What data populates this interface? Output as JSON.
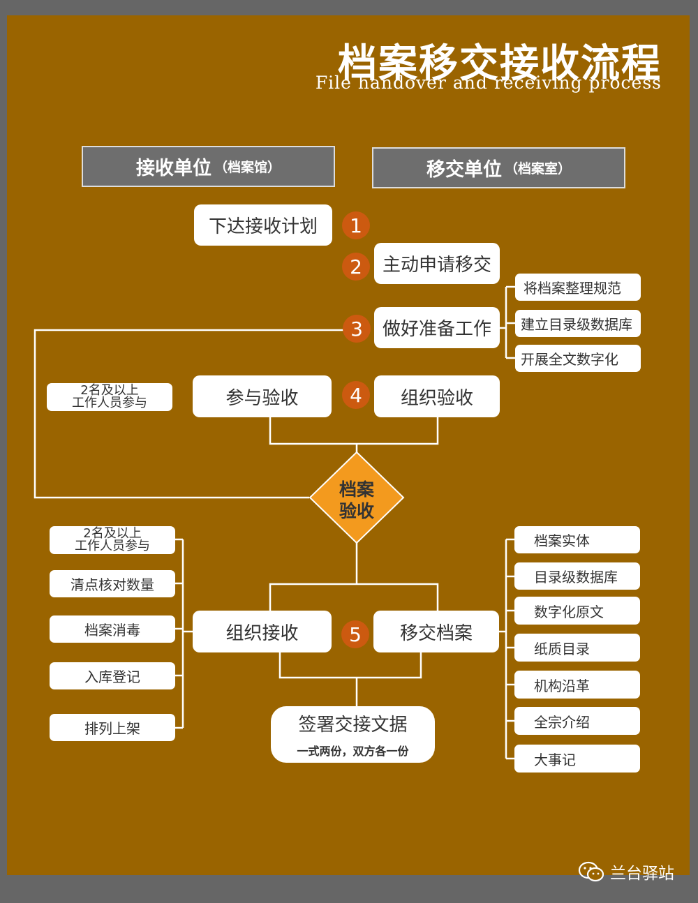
{
  "title": "档案移交接收流程",
  "subtitle": "File handover and receiving process",
  "headers": {
    "left": {
      "main": "接收单位",
      "sub": "（档案馆）"
    },
    "right": {
      "main": "移交单位",
      "sub": "（档案室）"
    }
  },
  "steps": {
    "n1": "1",
    "n2": "2",
    "n3": "3",
    "n4": "4",
    "n5": "5",
    "issue_plan": "下达接收计划",
    "apply_transfer": "主动申请移交",
    "prepare_work": "做好准备工作",
    "participate_accept": "参与验收",
    "organize_accept": "组织验收",
    "organize_receive": "组织接收",
    "transfer_archives": "移交档案"
  },
  "prep_items": [
    "将档案整理规范",
    "建立目录级数据库",
    "开展全文数字化"
  ],
  "staff_note_top": [
    "2名及以上",
    "工作人员参与"
  ],
  "decision": [
    "档案",
    "验收"
  ],
  "left_items": {
    "staff_note": [
      "2名及以上",
      "工作人员参与"
    ],
    "items": [
      "清点核对数量",
      "档案消毒",
      "入库登记",
      "排列上架"
    ]
  },
  "right_items": [
    "档案实体",
    "目录级数据库",
    "数字化原文",
    "纸质目录",
    "机构沿革",
    "全宗介绍",
    "大事记"
  ],
  "sign": {
    "main": "签署交接文据",
    "note": "一式两份，双方各一份"
  },
  "footer": {
    "brand": "兰台驿站",
    "icon": "wechat-icon"
  },
  "colors": {
    "background": "#9A6400",
    "number_circle": "#cc5a10",
    "diamond": "#F39A1E",
    "header": "#6e6e6e"
  }
}
